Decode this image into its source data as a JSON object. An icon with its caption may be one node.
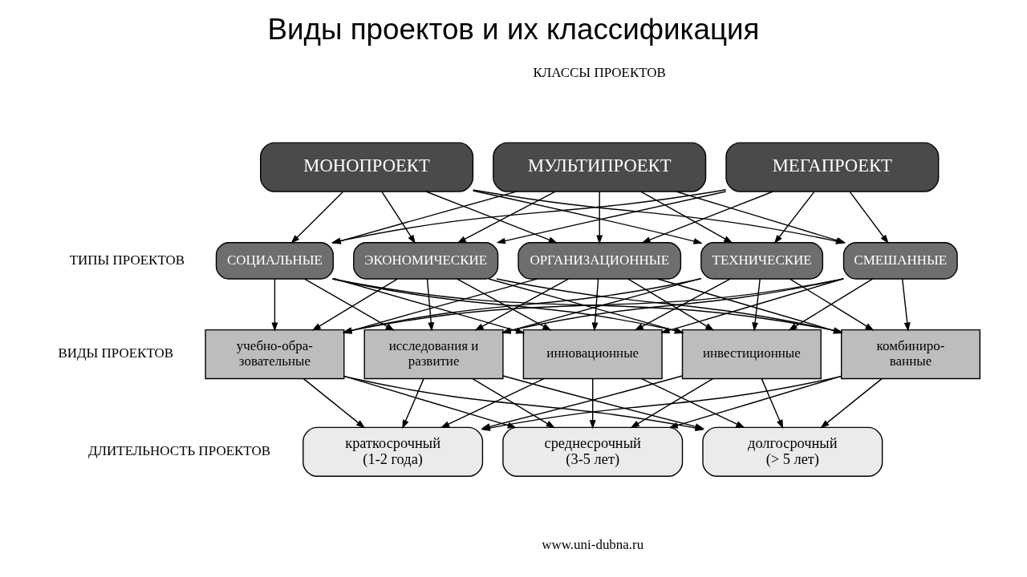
{
  "diagram": {
    "title": "Виды проектов и их классификация",
    "nodes": [
      {
        "text": [
          "МОНОПРОЕКТ"
        ]
      },
      {
        "text": [
          "МУЛЬТИПРОЕКТ"
        ]
      },
      {
        "text": [
          "МЕГАПРОЕКТ"
        ]
      },
      {
        "text": [
          "СОЦИАЛЬНЫЕ"
        ]
      },
      {
        "text": [
          "ЭКОНОМИЧЕСКИЕ"
        ]
      },
      {
        "text": [
          "ОРГАНИЗАЦИОННЫЕ"
        ]
      },
      {
        "text": [
          "ТЕХНИЧЕСКИЕ"
        ]
      },
      {
        "text": [
          "СМЕШАННЫЕ"
        ]
      },
      {
        "text": [
          "учебно-обра- зовательные"
        ]
      },
      {
        "text": [
          "исследования и развитие"
        ]
      },
      {
        "text": [
          "инновационные"
        ]
      },
      {
        "text": [
          "инвестиционные"
        ]
      },
      {
        "text": [
          "комбиниро- ванные"
        ]
      },
      {
        "text": [
          "краткосрочный (1-2 года)"
        ]
      },
      {
        "text": [
          "среднесрочный (3-5 лет)"
        ]
      },
      {
        "text": [
          "долгосрочный (> 5 лет)"
        ]
      }
    ],
    "edges": [
      {
        "from": 0,
        "to": 3,
        "arrow": "to"
      },
      {
        "from": 0,
        "to": 4,
        "arrow": "to"
      },
      {
        "from": 0,
        "to": 5,
        "arrow": "to"
      },
      {
        "from": 0,
        "to": 6,
        "arrow": "to"
      },
      {
        "from": 0,
        "to": 7,
        "arrow": "to"
      },
      {
        "from": 1,
        "to": 3,
        "arrow": "to"
      },
      {
        "from": 1,
        "to": 4,
        "arrow": "to"
      },
      {
        "from": 1,
        "to": 5,
        "arrow": "to"
      },
      {
        "from": 1,
        "to": 6,
        "arrow": "to"
      },
      {
        "from": 1,
        "to": 7,
        "arrow": "to"
      },
      {
        "from": 2,
        "to": 3,
        "arrow": "to"
      },
      {
        "from": 2,
        "to": 4,
        "arrow": "to"
      },
      {
        "from": 2,
        "to": 5,
        "arrow": "to"
      },
      {
        "from": 2,
        "to": 6,
        "arrow": "to"
      },
      {
        "from": 2,
        "to": 7,
        "arrow": "to"
      },
      {
        "from": 3,
        "to": 8,
        "arrow": "to"
      },
      {
        "from": 3,
        "to": 9,
        "arrow": "to"
      },
      {
        "from": 3,
        "to": 10,
        "arrow": "to"
      },
      {
        "from": 3,
        "to": 11,
        "arrow": "to"
      },
      {
        "from": 3,
        "to": 12,
        "arrow": "to"
      },
      {
        "from": 4,
        "to": 8,
        "arrow": "to"
      },
      {
        "from": 4,
        "to": 9,
        "arrow": "to"
      },
      {
        "from": 4,
        "to": 10,
        "arrow": "to"
      },
      {
        "from": 4,
        "to": 11,
        "arrow": "to"
      },
      {
        "from": 4,
        "to": 12,
        "arrow": "to"
      },
      {
        "from": 5,
        "to": 8,
        "arrow": "to"
      },
      {
        "from": 5,
        "to": 9,
        "arrow": "to"
      },
      {
        "from": 5,
        "to": 10,
        "arrow": "to"
      },
      {
        "from": 5,
        "to": 11,
        "arrow": "to"
      },
      {
        "from": 5,
        "to": 12,
        "arrow": "to"
      },
      {
        "from": 6,
        "to": 8,
        "arrow": "to"
      },
      {
        "from": 6,
        "to": 9,
        "arrow": "to"
      },
      {
        "from": 6,
        "to": 10,
        "arrow": "to"
      },
      {
        "from": 6,
        "to": 11,
        "arrow": "to"
      },
      {
        "from": 6,
        "to": 12,
        "arrow": "to"
      },
      {
        "from": 7,
        "to": 8,
        "arrow": "to"
      },
      {
        "from": 7,
        "to": 9,
        "arrow": "to"
      },
      {
        "from": 7,
        "to": 10,
        "arrow": "to"
      },
      {
        "from": 7,
        "to": 11,
        "arrow": "to"
      },
      {
        "from": 7,
        "to": 12,
        "arrow": "to"
      },
      {
        "from": 8,
        "to": 13,
        "arrow": "to"
      },
      {
        "from": 8,
        "to": 14,
        "arrow": "to"
      },
      {
        "from": 8,
        "to": 15,
        "arrow": "to"
      },
      {
        "from": 9,
        "to": 13,
        "arrow": "to"
      },
      {
        "from": 9,
        "to": 14,
        "arrow": "to"
      },
      {
        "from": 9,
        "to": 15,
        "arrow": "to"
      },
      {
        "from": 10,
        "to": 13,
        "arrow": "to"
      },
      {
        "from": 10,
        "to": 14,
        "arrow": "to"
      },
      {
        "from": 10,
        "to": 15,
        "arrow": "to"
      },
      {
        "from": 11,
        "to": 13,
        "arrow": "to"
      },
      {
        "from": 11,
        "to": 14,
        "arrow": "to"
      },
      {
        "from": 11,
        "to": 15,
        "arrow": "to"
      },
      {
        "from": 12,
        "to": 13,
        "arrow": "to"
      },
      {
        "from": 12,
        "to": 14,
        "arrow": "to"
      },
      {
        "from": 12,
        "to": 15,
        "arrow": "to"
      }
    ],
    "labels": [
      "КЛАССЫ ПРОЕКТОВ",
      "ТИПЫ ПРОЕКТОВ",
      "ВИДЫ ПРОЕКТОВ",
      "ДЛИТЕЛЬНОСТЬ ПРОЕКТОВ",
      "www.uni-dubna.ru"
    ]
  }
}
